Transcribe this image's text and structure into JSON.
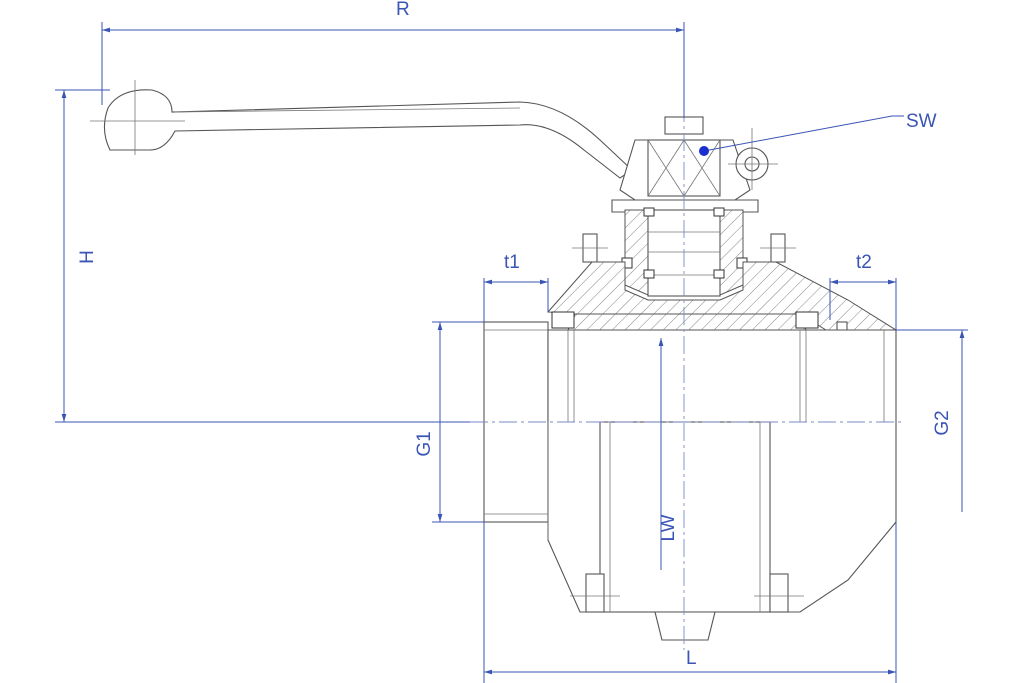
{
  "drawing": {
    "type": "technical-drawing",
    "subject": "ball-valve-section",
    "colors": {
      "dimension": "#3a55b5",
      "outline": "#555555",
      "marker": "#1a2fd0"
    },
    "labels": {
      "R": "R",
      "H": "H",
      "t1": "t1",
      "t2": "t2",
      "SW": "SW",
      "G1": "G1",
      "G2": "G2",
      "LW": "LW",
      "L": "L"
    }
  }
}
